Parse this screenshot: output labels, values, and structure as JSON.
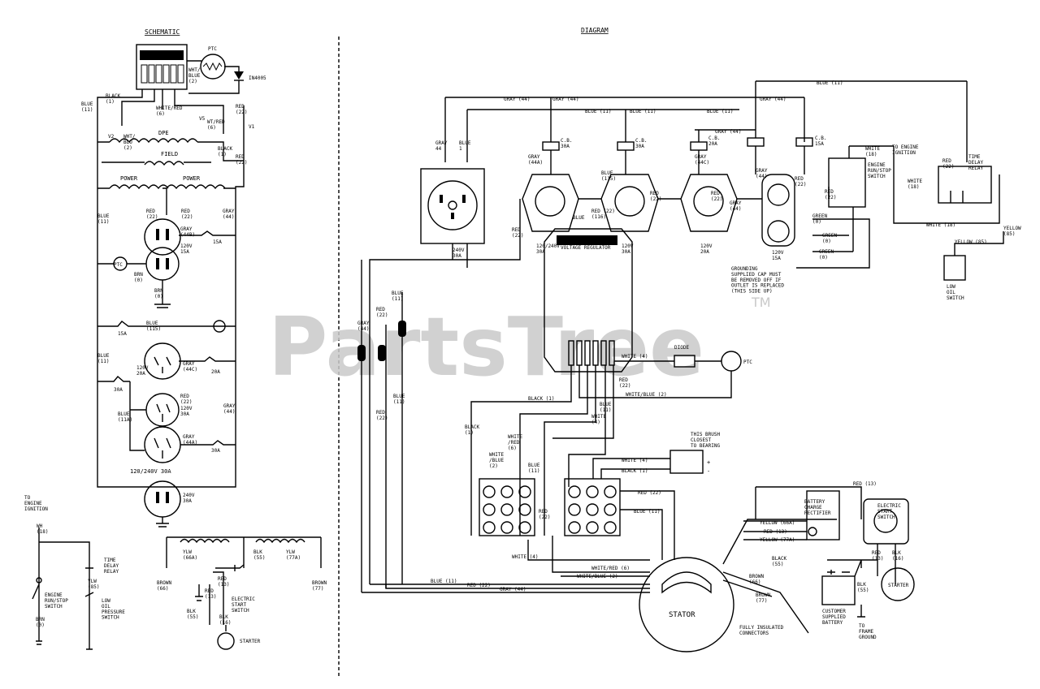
{
  "schematic": {
    "title": "SCHEMATIC",
    "labels": {
      "ptc": "PTC",
      "diode": "IN4005",
      "wht_blue_2": "WHT/\nBLUE\n(2)",
      "black_1": "BLACK\n(1)",
      "white_red_6": "WHITE/RED\n(6)",
      "blue_11a": "BLUE\n(11)",
      "v2": "V2",
      "v5": "V5",
      "v1": "V1",
      "wht_blu_2": "WHT/\nBLU\n(2)",
      "dpe": "DPE",
      "field": "FIELD",
      "wt_red_6": "WT/RED\n(6)",
      "black_1b": "BLACK\n(1)",
      "red_22a": "RED\n(22)",
      "red_22b": "RED\n(22)",
      "power1": "POWER",
      "power2": "POWER",
      "blue_11b": "BLUE\n(11)",
      "red_22c": "RED\n(22)",
      "red_22d": "RED\n(22)",
      "gray_44a": "GRAY\n(44)",
      "gray_44b": "GRAY\n(44B)",
      "v120_15a": "120V\n15A",
      "a15a": "15A",
      "brn_0": "BRN\n(0)",
      "brn_0b": "BRN\n(0)",
      "ptc2": "PTC",
      "a15b": "15A",
      "blue_115": "BLUE\n(115)",
      "blue_11c": "BLUE\n(11)",
      "gray_44c": "GRAY\n(44C)",
      "a20": "20A",
      "v120_20a": "120V\n20A",
      "a30": "30A",
      "red_22e": "RED\n(22)",
      "v120_30a": "120V\n30A",
      "blue_11a2": "BLUE\n(11A)",
      "gray_44d": "GRAY\n(44)",
      "gray_44a2": "GRAY\n(44A)",
      "a30b": "30A",
      "rec_120_240": "120/240V 30A",
      "v240_30a": "240V\n30A"
    }
  },
  "ignition": {
    "labels": {
      "to_engine": "TO\nENGINE\nIGNITION",
      "wh_18": "WH\n(18)",
      "time_delay": "TIME\nDELAY\nRELAY",
      "ylw_85": "YLW\n(85)",
      "engine_run_stop": "ENGINE\nRUN/STOP\nSWITCH",
      "low_oil": "LOW\nOIL\nPRESSURE\nSWITCH",
      "brn_0": "BRN\n(0)",
      "ylw_66a": "YLW\n(66A)",
      "blk_55": "BLK\n(55)",
      "ylw_77a": "YLW\n(77A)",
      "brown_66": "BROWN\n(66)",
      "brown_77": "BROWN\n(77)",
      "red_13": "RED\n(13)",
      "red_13b": "RED\n(13)",
      "electric_start": "ELECTRIC\nSTART\nSWITCH",
      "blk_55b": "BLK\n(55)",
      "blk_16": "BLK\n(16)",
      "starter": "STARTER"
    }
  },
  "diagram": {
    "title": "DIAGRAM",
    "labels": {
      "gray_44_top": "GRAY (44)",
      "gray_44_top2": "GRAY (44)",
      "blue_11_top": "BLUE (11)",
      "blue_11_a": "BLUE (11)",
      "blue_11_b": "BLUE (11)",
      "blue_11_c": "BLUE (11)",
      "gray_44_r": "GRAY (44)",
      "gray_44_b": "GRAY\n44",
      "blue_1": "BLUE\n1",
      "cb_30a_1": "C.B.\n30A",
      "cb_30a_2": "C.B.\n30A",
      "cb_20a": "C.B.\n20A",
      "cb_15a": "C.B.\n15A",
      "gray_44_4": "GRAY (44)",
      "gray_44a": "GRAY\n(44A)",
      "blue_115": "BLUE\n(115)",
      "gray_44c": "GRAY\n(44C)",
      "red_22_r1": "RED\n(22)",
      "red_22_r2": "RED\n(22)",
      "red_22_r3": "RED\n(22)",
      "red_22_r4": "RED\n(22)",
      "red_22_r5": "RED\n(22)",
      "red_22_r6": "RED\n(22)",
      "blue_11_mid": "BLUE",
      "blue_116": "RED (22)\n(116)",
      "rec_240": "240V\n30A",
      "rec_120_240": "120/240V\n30A",
      "rec_120_30": "120V\n30A",
      "rec_120_20": "120V\n20A",
      "rec_120_15": "120V\n15A",
      "white_18": "WHITE\n(18)",
      "to_engine_ign": "TO ENGINE\nIGNITION",
      "engine_run_stop": "ENGINE\nRUN/STOP\nSWITCH",
      "time_delay": "TIME\nDELAY\nRELAY",
      "white_18b": "WHITE\n(18)",
      "white_18c": "WHITE (18)",
      "yellow_85": "YELLOW\n(85)",
      "yellow_85b": "YELLOW (85)",
      "low_oil": "LOW\nOIL\nSWITCH",
      "green_0a": "GREEN\n(0)",
      "green_0b": "GREEN\n(0)",
      "green_0c": "GREEN\n(0)",
      "gray_44_v": "GRAY\n(44)",
      "gray_44_v2": "GRAY\n(44)",
      "gray_44_v3": "GRAY\n(44)",
      "red_22_v": "RED\n(22)",
      "red_22_v2": "RED\n(22)",
      "blue_11_v": "BLUE\n(11)",
      "blue_11_v2": "BLUE\n(11)",
      "ground_note": "GROUNDING\nSUPPLIED CAP MUST\nBE REMOVED OFF IF\nOUTLET IS REPLACED\n(THIS SIDE UP)",
      "voltage_reg": "ELECTRONIC\nVOLTAGE REGULATOR",
      "white_4": "WHITE (4)",
      "diode": "DIODE",
      "ptc": "PTC",
      "black_1": "BLACK (1)",
      "white_blue_2": "WHITE/BLUE (2)",
      "red_22_reg": "RED\n(22)",
      "blue_11_reg": "BLUE\n(11)",
      "white_4_reg": "WHITE\n(4)",
      "black_1_v": "BLACK\n(1)",
      "white_blue_2v": "WHITE\n/BLUE\n(2)",
      "white_red_6v": "WHITE\n/RED\n(6)",
      "blue_11_v3": "BLUE\n(11)",
      "red_22_v3": "RED\n(22)",
      "brush_note": "THIS BRUSH\nCLOSEST\nTO BEARING",
      "white_4_br": "WHITE (4)",
      "black_1_br": "BLACK (1)",
      "red_22_st": "RED (22)",
      "blue_11_st": "BLUE (11)",
      "white_4_st": "WHITE (4)",
      "white_red_6": "WHITE/RED (6)",
      "white_blue_2b": "WHITE/BLUE (2)",
      "blue_11_bot": "BLUE (11)",
      "red_22_bot": "RED (22)",
      "gray_44_bot": "GRAY (44)",
      "stator": "STATOR",
      "fully_insulated": "FULLY INSULATED\nCONNECTORS",
      "battery_rect": "BATTERY\nCHARGE\nRECTIFIER",
      "yellow_66a": "YELLOW (66A)",
      "red_13": "RED (13)",
      "yellow_77a": "YELLOW (77A)",
      "black_55": "BLACK\n(55)",
      "brown_66": "BROWN\n(66)",
      "brown_77": "BROWN\n(77)",
      "red_13_top": "RED (13)",
      "elec_start": "ELECTRIC\nSTART\nSWITCH",
      "red_13b": "RED\n(13)",
      "blk_16": "BLK\n(16)",
      "starter": "STARTER",
      "customer_battery": "CUSTOMER\nSUPPLIED\nBATTERY",
      "blk_55": "BLK\n(55)",
      "to_frame": "TO\nFRAME\nGROUND",
      "plus": "+",
      "minus": "-"
    }
  },
  "watermark": {
    "text": "PartsTree",
    "tm": "TM"
  }
}
